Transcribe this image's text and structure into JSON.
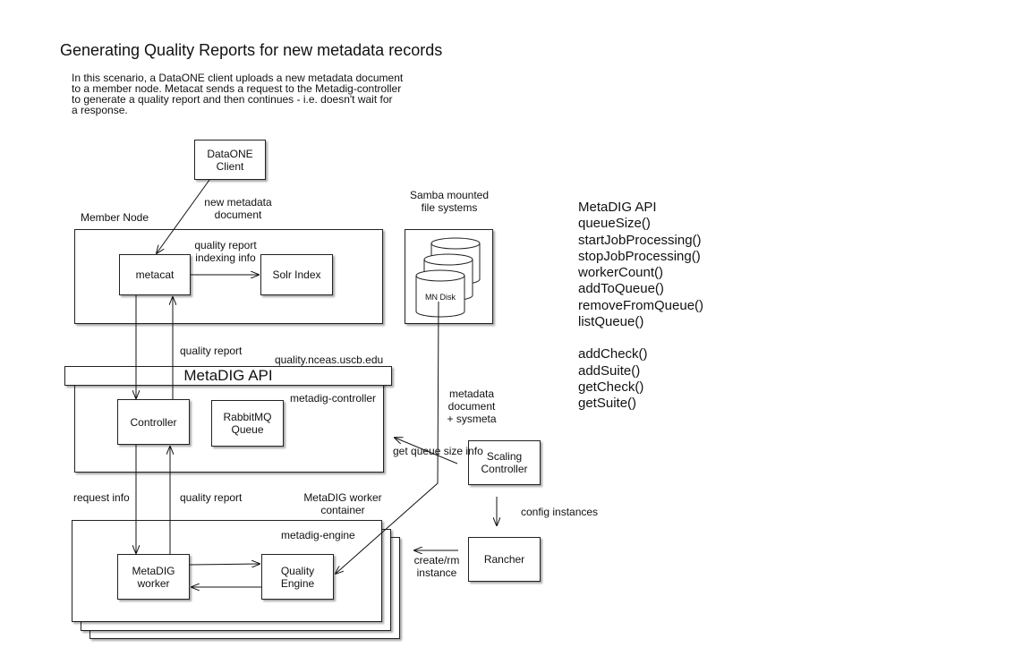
{
  "title": "Generating Quality Reports for new metadata records",
  "description": "In this scenario, a DataONE client uploads a new metadata document\nto a member node. Metacat sends a request to the Metadig-controller\nto generate a quality report and then continues - i.e. doesn't wait for\na response.",
  "nodes": {
    "dataone_client": "DataONE\nClient",
    "metacat": "metacat",
    "solr_index": "Solr Index",
    "mn_disk": "MN Disk",
    "controller": "Controller",
    "rabbitmq": "RabbitMQ\nQueue",
    "scaling_controller": "Scaling\nController",
    "rancher": "Rancher",
    "metadig_worker": "MetaDIG\nworker",
    "quality_engine": "Quality\nEngine",
    "metadig_api_bar": "MetaDIG API"
  },
  "containers": {
    "member_node": "Member Node",
    "samba": "Samba mounted\nfile systems",
    "metadig_controller": "metadig-controller",
    "quality_host": "quality.nceas.uscb.edu",
    "worker_container": "MetaDIG worker\ncontainer",
    "metadig_engine": "metadig-engine"
  },
  "edge_labels": {
    "new_metadata": "new metadata\ndocument",
    "quality_report_indexing": "quality report\nindexing info",
    "quality_report_top": "quality report",
    "metadata_document": "metadata\ndocument\n+ sysmeta",
    "get_queue_size": "get queue size info",
    "request_info": "request info",
    "quality_report_bottom": "quality report",
    "config_instances": "config instances",
    "create_rm": "create/rm\ninstance"
  },
  "api_list": {
    "heading": "MetaDIG API",
    "group1": [
      "queueSize()",
      "startJobProcessing()",
      "stopJobProcessing()",
      "workerCount()",
      "addToQueue()",
      "removeFromQueue()",
      "listQueue()"
    ],
    "group2": [
      "addCheck()",
      "addSuite()",
      "getCheck()",
      "getSuite()"
    ]
  }
}
